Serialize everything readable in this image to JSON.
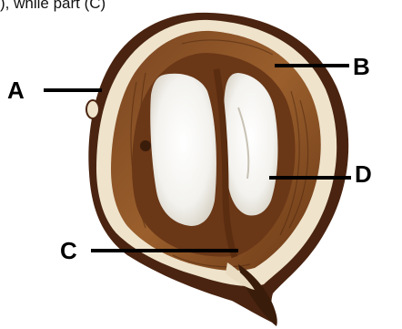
{
  "caption_fragment": "), while part (C)",
  "labels": {
    "a": "A",
    "b": "B",
    "c": "C",
    "d": "D"
  },
  "colors": {
    "husk_outer": "#5a2e12",
    "husk_fibre": "#8a5428",
    "pale_ring": "#f1e6d2",
    "endocarp": "#6b3a1a",
    "kernel": "#f7f6f2",
    "label_text": "#000000"
  }
}
